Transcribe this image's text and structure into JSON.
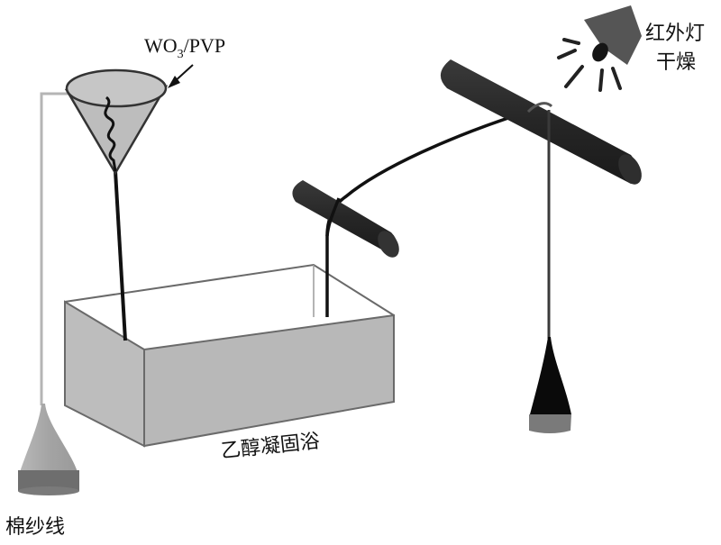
{
  "diagram": {
    "title": "WO3/PVP fiber wet-spinning setup",
    "labels": {
      "solution": {
        "main": "WO",
        "sub": "3",
        "tail": "/PVP"
      },
      "cotton_thread": "棉纱线",
      "ethanol_bath": "乙醇凝固浴",
      "ir_lamp_line1": "红外灯",
      "ir_lamp_line2": "干燥"
    },
    "components": [
      {
        "id": "cotton-thread-spool",
        "desc": "light gray cone spool feeding cotton thread"
      },
      {
        "id": "solution-funnel",
        "desc": "gray funnel containing WO3/PVP solution"
      },
      {
        "id": "ethanol-coagulation-bath",
        "desc": "open gray rectangular bath"
      },
      {
        "id": "guide-roller",
        "desc": "small dark cylinder"
      },
      {
        "id": "take-up-roller",
        "desc": "large dark cylinder"
      },
      {
        "id": "infrared-lamp",
        "desc": "lamp with radiating rays for drying"
      },
      {
        "id": "weight-cone",
        "desc": "black tension weight cone"
      }
    ],
    "colors": {
      "spool": "#a9a9a9",
      "spool_band": "#6e6e6e",
      "funnel": "#bdbdbd",
      "bath": "#bababa",
      "roller": "#2a2a2a",
      "fiber": "#111111",
      "thread": "#b0b0b0",
      "lamp_shade": "#555555"
    }
  }
}
